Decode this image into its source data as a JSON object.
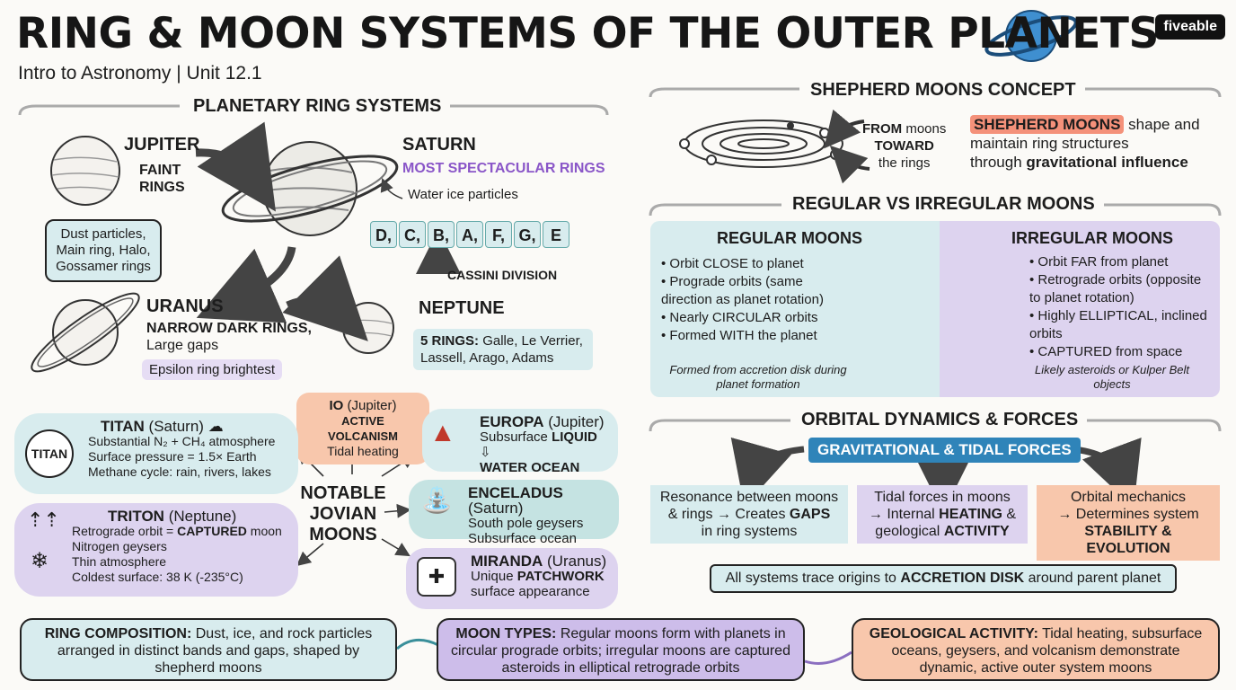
{
  "header": {
    "title": "RING & MOON SYSTEMS OF THE OUTER PLANETS",
    "subtitle": "Intro to Astronomy | Unit 12.1",
    "logo": "fiveable"
  },
  "rings": {
    "heading": "PLANETARY RING SYSTEMS",
    "jupiter": {
      "name": "JUPITER",
      "desc": "FAINT RINGS",
      "box": "Dust particles, Main ring, Halo, Gossamer rings"
    },
    "saturn": {
      "name": "SATURN",
      "desc": "MOST SPECTACULAR RINGS",
      "note": "Water ice particles",
      "letters": [
        "D,",
        "C,",
        "B,",
        "A,",
        "F,",
        "G,",
        "E"
      ],
      "cassini": "CASSINI DIVISION"
    },
    "uranus": {
      "name": "URANUS",
      "desc_bold": "NARROW DARK RINGS,",
      "desc": "Large gaps",
      "box": "Epsilon ring brightest"
    },
    "neptune": {
      "name": "NEPTUNE",
      "box_bold": "5 RINGS:",
      "box": "Galle, Le Verrier, Lassell, Arago, Adams"
    }
  },
  "moons": {
    "center": "NOTABLE JOVIAN MOONS",
    "io": {
      "name": "IO",
      "parent": "(Jupiter)",
      "l1": "ACTIVE VOLCANISM",
      "l2": "Tidal heating"
    },
    "titan": {
      "badge": "TITAN",
      "name": "TITAN",
      "parent": "(Saturn)",
      "l1": "Substantial N₂ + CH₄ atmosphere",
      "l2": "Surface pressure = 1.5× Earth",
      "l3": "Methane cycle: rain, rivers, lakes"
    },
    "europa": {
      "name": "EUROPA",
      "parent": "(Jupiter)",
      "l1": "Subsurface",
      "l1b": "LIQUID",
      "l2": "WATER OCEAN"
    },
    "enceladus": {
      "name": "ENCELADUS",
      "parent": "(Saturn)",
      "l1": "South pole geysers",
      "l2": "Subsurface ocean"
    },
    "triton": {
      "name": "TRITON",
      "parent": "(Neptune)",
      "l1": "Retrograde orbit =",
      "l1b": "CAPTURED",
      "l1c": "moon",
      "l2": "Nitrogen geysers",
      "l3": "Thin atmosphere",
      "l4": "Coldest surface: 38 K (-235°C)"
    },
    "miranda": {
      "name": "MIRANDA",
      "parent": "(Uranus)",
      "l1": "Unique",
      "l1b": "PATCHWORK",
      "l2": "surface appearance"
    }
  },
  "shepherd": {
    "heading": "SHEPHERD MOONS CONCEPT",
    "from": "FROM",
    "from2": "moons",
    "toward": "TOWARD",
    "rings": "the rings",
    "tag": "SHEPHERD MOONS",
    "text1": "shape and",
    "text2": "maintain ring structures",
    "text3": "through",
    "text3b": "gravitational influence"
  },
  "regirr": {
    "heading": "REGULAR VS IRREGULAR MOONS",
    "regular": {
      "title": "REGULAR MOONS",
      "items": [
        "Orbit CLOSE to planet",
        "Prograde orbits (same direction as planet rotation)",
        "Nearly CIRCULAR orbits",
        "Formed WITH the planet"
      ],
      "note": "Formed from accretion disk during planet formation"
    },
    "irregular": {
      "title": "IRREGULAR MOONS",
      "items": [
        "Orbit FAR from planet",
        "Retrograde orbits (opposite to planet rotation)",
        "Highly ELLIPTICAL, inclined orbits",
        "CAPTURED from space"
      ],
      "note": "Likely asteroids or Kulper Belt objects"
    }
  },
  "dynamics": {
    "heading": "ORBITAL DYNAMICS & FORCES",
    "forces": "GRAVITATIONAL & TIDAL FORCES",
    "c1a": "Resonance between moons",
    "c1b": "& rings → Creates",
    "c1bb": "GAPS",
    "c1c": "in ring systems",
    "c2a": "Tidal forces in moons",
    "c2b": "→ Internal",
    "c2bb": "HEATING",
    "c2bc": "&",
    "c2c": "geological",
    "c2cb": "ACTIVITY",
    "c3a": "Orbital mechanics",
    "c3b": "→ Determines system",
    "c3c": "STABILITY & EVOLUTION",
    "origin1": "All systems trace origins to",
    "origin2": "ACCRETION DISK",
    "origin3": "around parent planet"
  },
  "footer": {
    "ring_label": "RING COMPOSITION:",
    "ring_text": "Dust, ice, and rock particles arranged in distinct bands and gaps, shaped by shepherd moons",
    "moon_label": "MOON TYPES:",
    "moon_text": "Regular moons form with planets in circular prograde orbits; irregular moons are captured asteroids in elliptical retrograde orbits",
    "geo_label": "GEOLOGICAL ACTIVITY:",
    "geo_text": "Tidal heating, subsurface oceans, geysers, and volcanism demonstrate dynamic, active outer system moons"
  }
}
